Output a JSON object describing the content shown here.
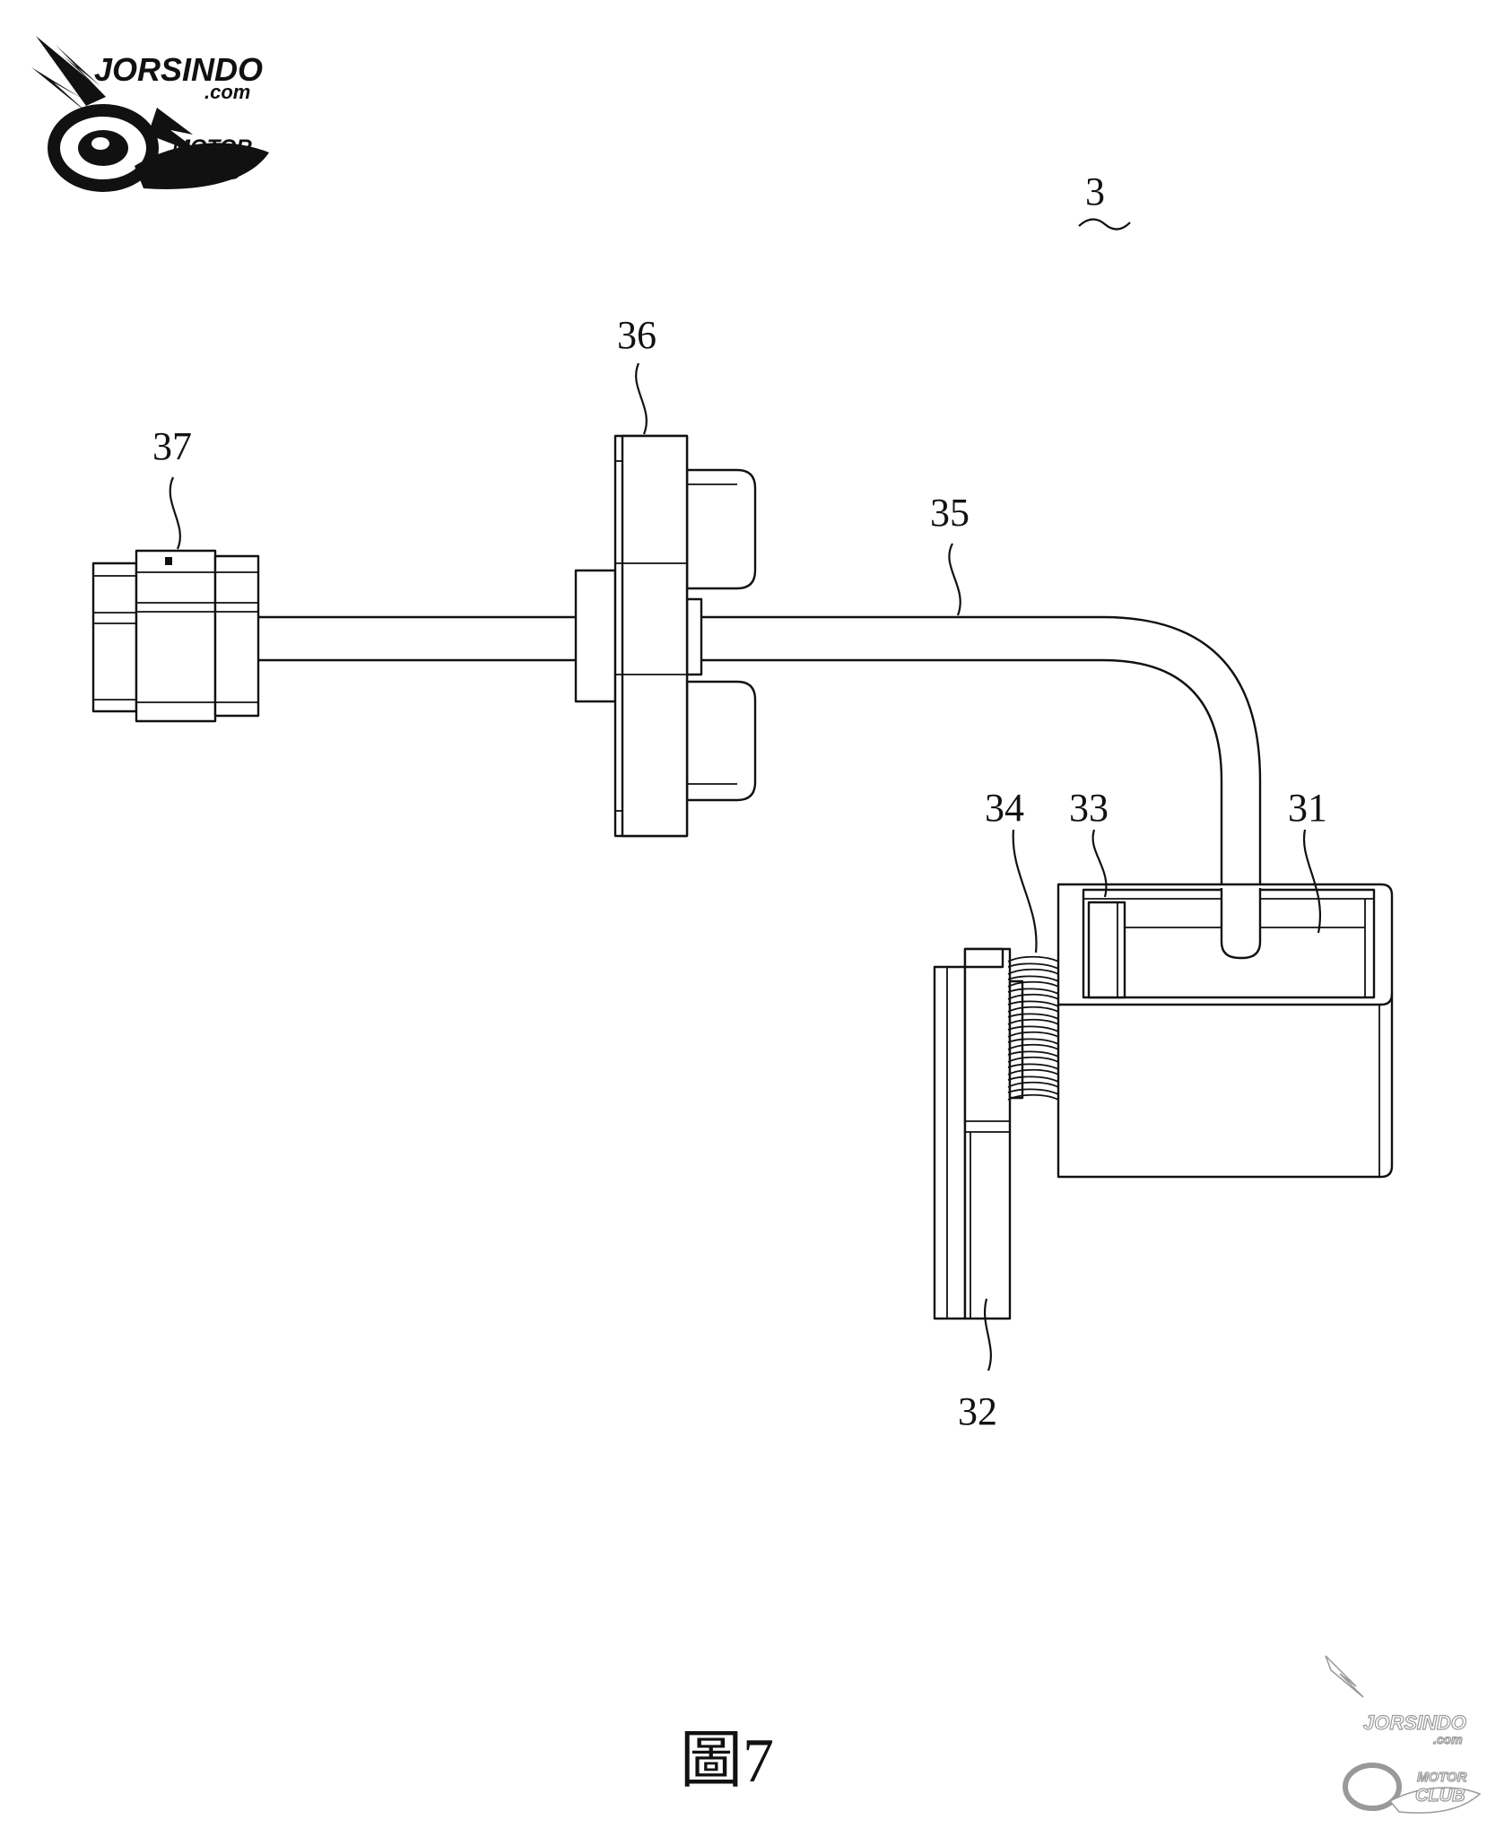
{
  "logo": {
    "brand": "JORSINDO",
    "domain": ".com",
    "line1": "MOTOR",
    "line2": "CLUB"
  },
  "figure": {
    "caption": "圖7",
    "assembly_label": "3"
  },
  "labels": {
    "p31": "31",
    "p32": "32",
    "p33": "33",
    "p34": "34",
    "p35": "35",
    "p36": "36",
    "p37": "37"
  }
}
